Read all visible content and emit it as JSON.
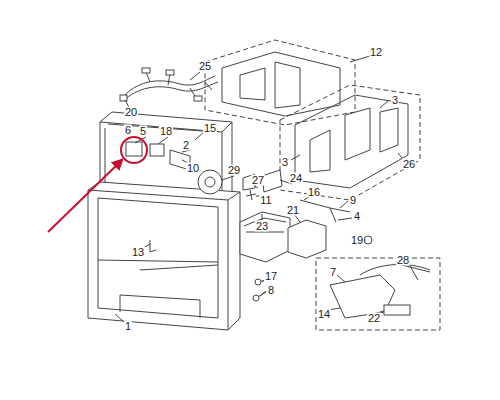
{
  "diagram": {
    "labels": [
      "25",
      "20",
      "5",
      "18",
      "6",
      "15",
      "12",
      "3",
      "3",
      "2",
      "10",
      "26",
      "29",
      "27",
      "11",
      "24",
      "16",
      "9",
      "4",
      "23",
      "21",
      "13",
      "19",
      "28",
      "7",
      "17",
      "8",
      "14",
      "22",
      "1"
    ]
  }
}
